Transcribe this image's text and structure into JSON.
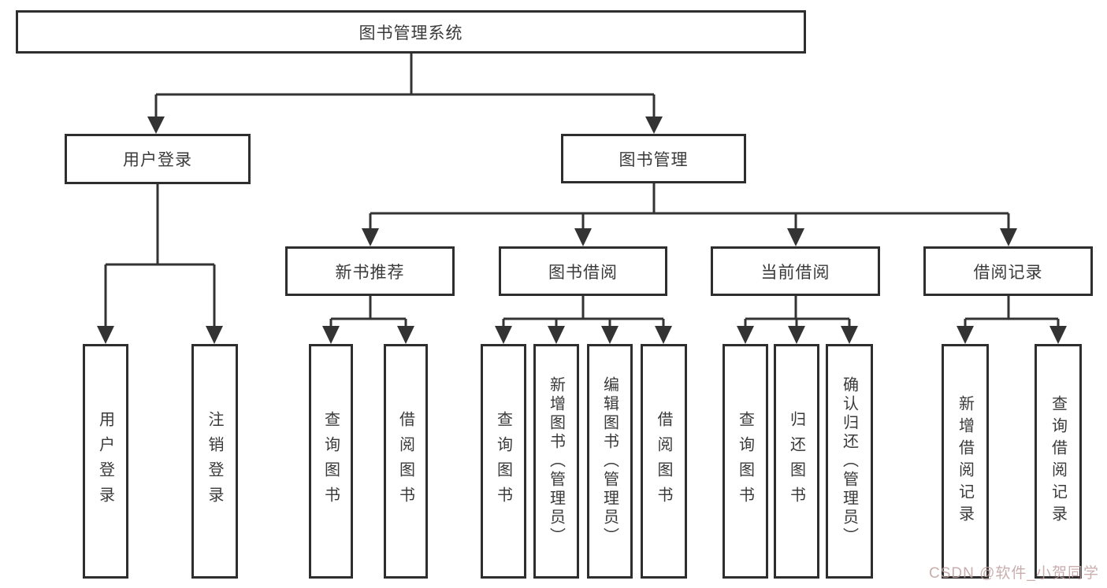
{
  "root": {
    "label": "图书管理系统"
  },
  "branches": {
    "user_login": {
      "label": "用户登录",
      "children": [
        {
          "label": "用户登录"
        },
        {
          "label": "注销登录"
        }
      ]
    },
    "book_management": {
      "label": "图书管理",
      "children": {
        "new_book_recommend": {
          "label": "新书推荐",
          "children": [
            {
              "label": "查询图书"
            },
            {
              "label": "借阅图书"
            }
          ]
        },
        "book_borrow": {
          "label": "图书借阅",
          "children": [
            {
              "label": "查询图书"
            },
            {
              "label": "新增图书（管理员）"
            },
            {
              "label": "编辑图书（管理员）"
            },
            {
              "label": "借阅图书"
            }
          ]
        },
        "current_borrow": {
          "label": "当前借阅",
          "children": [
            {
              "label": "查询图书"
            },
            {
              "label": "归还图书"
            },
            {
              "label": "确认归还（管理员）"
            }
          ]
        },
        "borrow_records": {
          "label": "借阅记录",
          "children": [
            {
              "label": "新增借阅记录"
            },
            {
              "label": "查询借阅记录"
            }
          ]
        }
      }
    }
  },
  "watermark": {
    "text": "CSDN @软件_小贺同学"
  },
  "colors": {
    "line": "#333333",
    "box_border": "#2e2e2e",
    "text": "#3a3a3a",
    "background": "#ffffff",
    "watermark": "#c1a0a0"
  }
}
